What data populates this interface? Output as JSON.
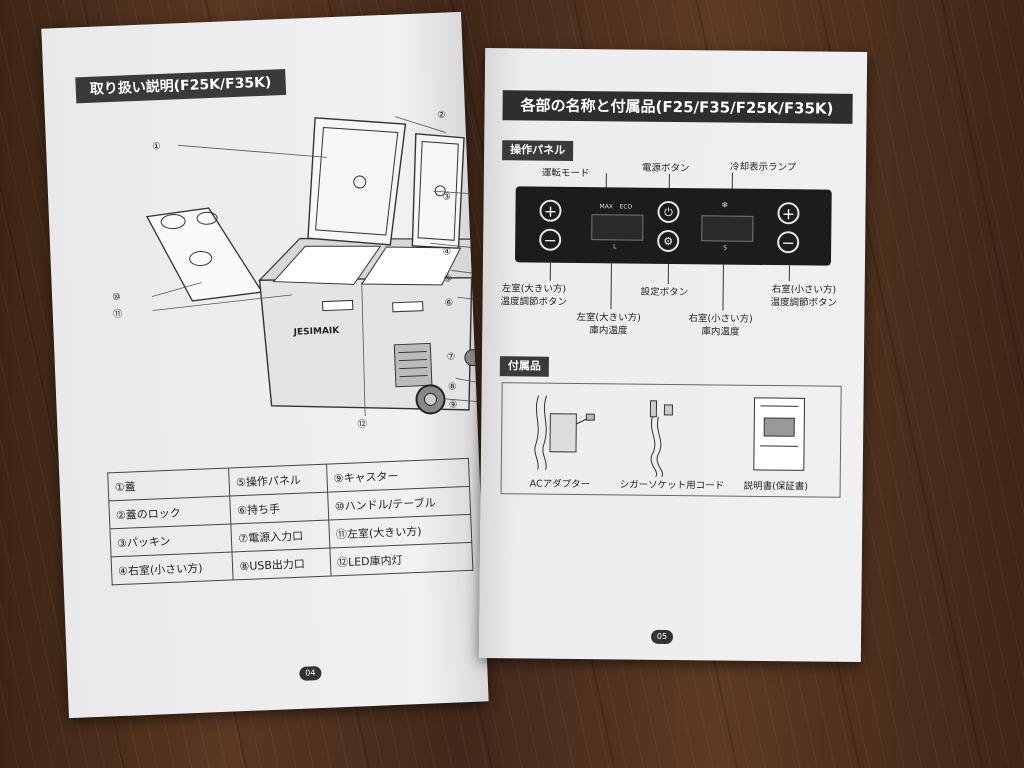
{
  "left_page": {
    "title": "取り扱い説明(F25K/F35K)",
    "brand": "JESIMAIK",
    "callouts": [
      "①",
      "②",
      "③",
      "④",
      "⑤",
      "⑥",
      "⑦",
      "⑧",
      "⑨",
      "⑩",
      "⑪",
      "⑫"
    ],
    "parts": [
      [
        "①蓋",
        "⑤操作パネル",
        "⑨キャスター"
      ],
      [
        "②蓋のロック",
        "⑥持ち手",
        "⑩ハンドル/テーブル"
      ],
      [
        "③パッキン",
        "⑦電源入力口",
        "⑪左室(大きい方)"
      ],
      [
        "④右室(小さい方)",
        "⑧USB出力口",
        "⑫LED庫内灯"
      ]
    ],
    "page_number": "04"
  },
  "right_page": {
    "title": "各部の名称と付属品(F25/F35/F25K/F35K)",
    "panel_section": "操作パネル",
    "panel_labels": {
      "mode": "運転モード",
      "power": "電源ボタン",
      "cooling_lamp": "冷却表示ランプ",
      "left_temp_button_1": "左室(大きい方)",
      "left_temp_button_2": "温度調節ボタン",
      "left_temp_1": "左室(大きい方)",
      "left_temp_2": "庫内温度",
      "settings": "設定ボタン",
      "right_temp_1": "右室(小さい方)",
      "right_temp_2": "庫内温度",
      "right_temp_button_1": "右室(小さい方)",
      "right_temp_button_2": "温度調節ボタン"
    },
    "panel_marks": {
      "max": "MAX",
      "eco": "ECO",
      "l": "L",
      "s": "S"
    },
    "accessories_section": "付属品",
    "accessories": [
      "ACアダプター",
      "シガーソケット用コード",
      "説明書(保証書)"
    ],
    "page_number": "05"
  }
}
